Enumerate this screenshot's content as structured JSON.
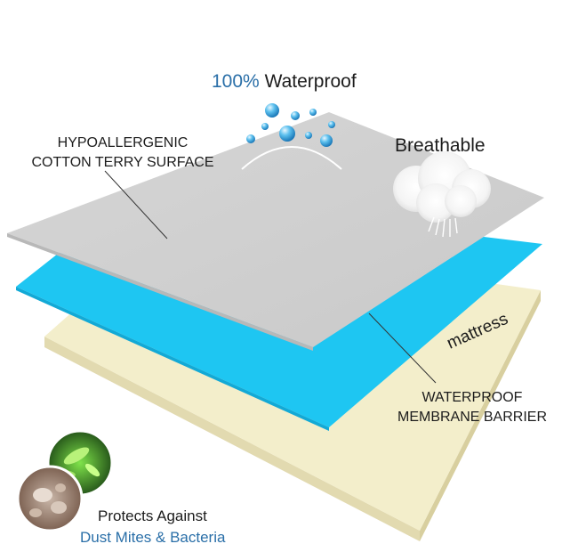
{
  "header": {
    "waterproof_percent": "100%",
    "waterproof_word": "Waterproof"
  },
  "labels": {
    "surface_line1": "HYPOALLERGENIC",
    "surface_line2": "COTTON TERRY SURFACE",
    "breathable": "Breathable",
    "mattress": "mattress",
    "membrane_line1": "WATERPROOF",
    "membrane_line2": "MEMBRANE BARRIER",
    "protects": "Protects Against",
    "protects_targets": "Dust Mites & Bacteria"
  },
  "colors": {
    "surface_layer": "#cfcfcf",
    "membrane_layer": "#1ec6f2",
    "mattress_layer": "#f3eecb",
    "mattress_edge": "#e2dab0",
    "accent_text": "#2a6fa8",
    "water_drop": "#3aa7e0"
  },
  "icons": {
    "water": "water-drops-icon",
    "breathable": "vapor-cloud-icon",
    "dust_mite": "dust-mite-icon",
    "bacteria": "bacteria-icon"
  }
}
